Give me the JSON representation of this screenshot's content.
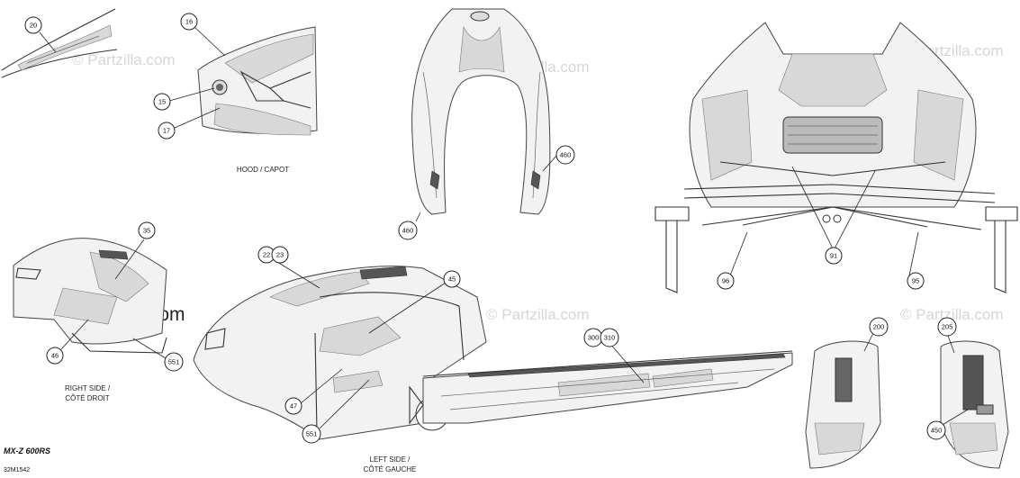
{
  "watermarks": {
    "light": "© Partzilla.com",
    "dark": "© Partzilla.com"
  },
  "section_labels": {
    "hood": "HOOD / CAPOT",
    "right_1": "RIGHT SIDE /",
    "right_2": "CÔTÉ DROIT",
    "left_1": "LEFT SIDE /",
    "left_2": "CÔTÉ GAUCHE"
  },
  "model": "MX-Z  600RS",
  "drawing_code": "32M1542",
  "callouts": {
    "c20": "20",
    "c16": "16",
    "c15": "15",
    "c17": "17",
    "c460a": "460",
    "c460b": "460",
    "c35": "35",
    "c46": "46",
    "c551a": "551",
    "c2223": "22",
    "c23": "23",
    "c45": "45",
    "c47": "47",
    "c551b": "551",
    "c300": "300",
    "c310": "310",
    "c91": "91",
    "c96": "96",
    "c95": "95",
    "c200": "200",
    "c205": "205",
    "c450": "450"
  }
}
